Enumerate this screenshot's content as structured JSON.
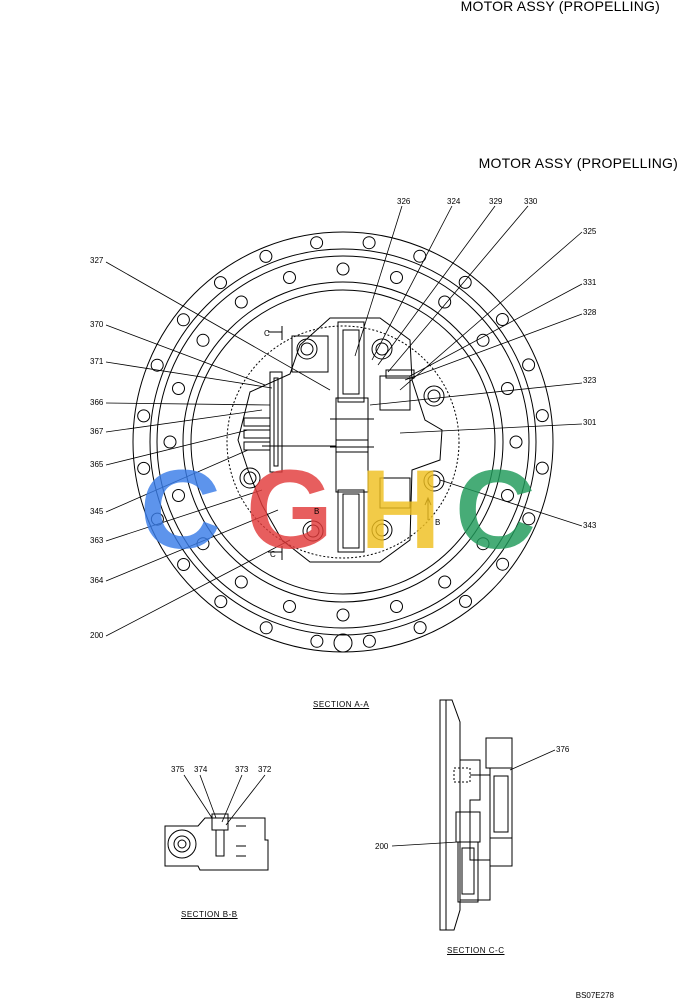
{
  "header": {
    "title": "MOTOR ASSY (PROPELLING)",
    "subtitle": "MOTOR ASSY (PROPELLING)"
  },
  "sections": {
    "a": "SECTION A-A",
    "b": "SECTION B-B",
    "c": "SECTION C-C"
  },
  "section_marks": {
    "c": "C",
    "b": "B"
  },
  "watermark": {
    "text": "CGHC",
    "colors": [
      "#3a7de8",
      "#e23b3b",
      "#f0c020",
      "#1f9a5a"
    ]
  },
  "doc_id": "BS07E278",
  "parts_main": [
    "326",
    "324",
    "329",
    "330",
    "325",
    "327",
    "331",
    "328",
    "370",
    "323",
    "371",
    "366",
    "301",
    "367",
    "365",
    "343",
    "345",
    "363",
    "364",
    "200"
  ],
  "parts_bb": [
    "375",
    "374",
    "373",
    "372"
  ],
  "parts_cc": [
    "376",
    "200"
  ]
}
